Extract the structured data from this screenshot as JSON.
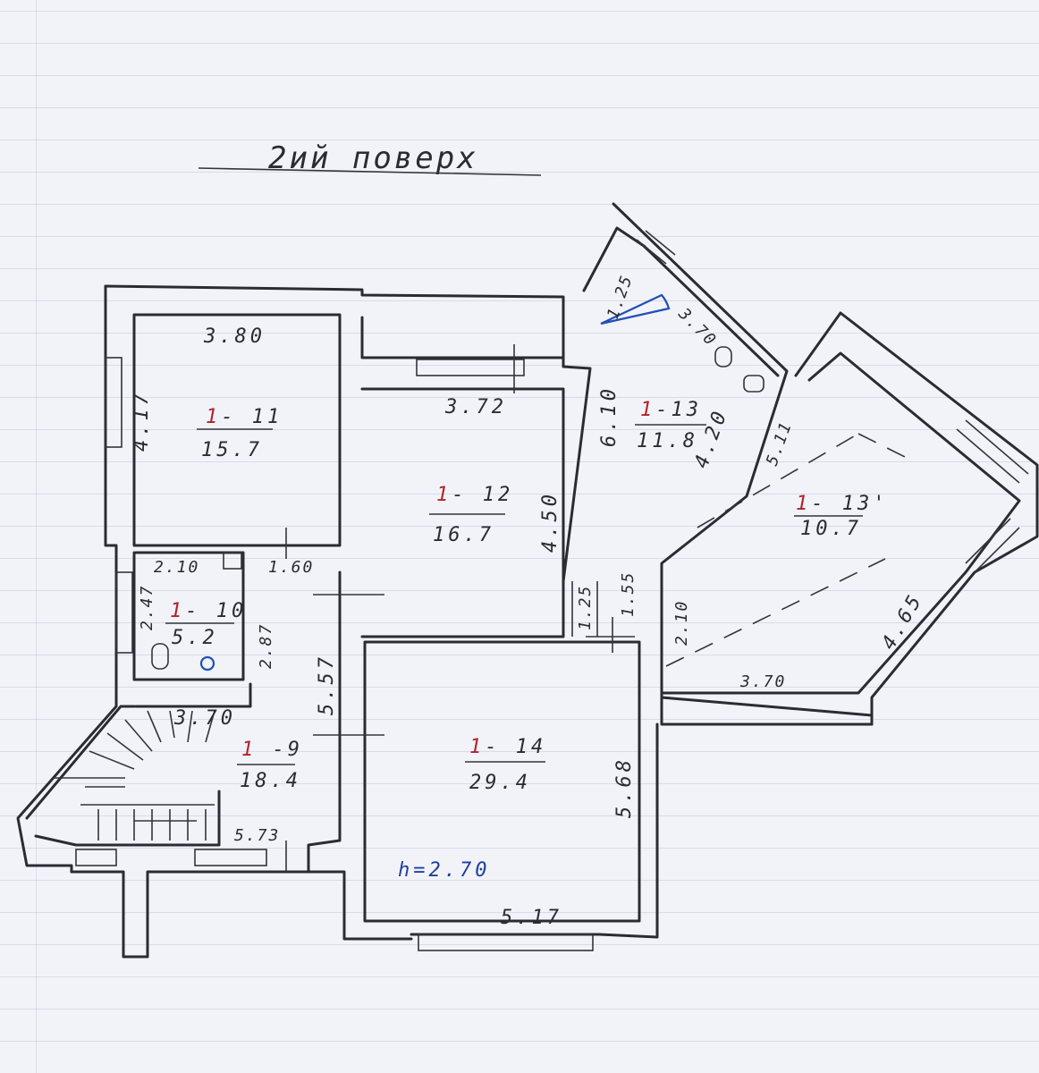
{
  "title": "2ий поверх",
  "rooms": [
    {
      "id": "1-11",
      "prefix": "1",
      "suffix": "- 11",
      "area": "15.7"
    },
    {
      "id": "1-12",
      "prefix": "1",
      "suffix": "- 12",
      "area": "16.7"
    },
    {
      "id": "1-13",
      "prefix": "1",
      "suffix": "-13",
      "area": "11.8"
    },
    {
      "id": "1-13'",
      "prefix": "1",
      "suffix": "- 13'",
      "area": "10.7"
    },
    {
      "id": "1-10",
      "prefix": "1",
      "suffix": "- 10",
      "area": "5.2"
    },
    {
      "id": "1-9",
      "prefix": "1",
      "suffix": " -9",
      "area": "18.4"
    },
    {
      "id": "1-14",
      "prefix": "1",
      "suffix": "- 14",
      "area": "29.4"
    }
  ],
  "dimensions": {
    "d380": "3.80",
    "d417": "4.17",
    "d372": "3.72",
    "d450": "4.50",
    "d610": "6.10",
    "d125a": "1.25",
    "d370a": "3.70",
    "d420": "4.20",
    "d511": "5.11",
    "d465": "4.65",
    "d370b": "3.70",
    "d210a": "2.10",
    "d210b": "2.10",
    "d160": "1.60",
    "d247": "2.47",
    "d287": "2.87",
    "d557": "5.57",
    "d125b": "1.25",
    "d155": "1.55",
    "d370c": "3.70",
    "d573": "5.73",
    "d568": "5.68",
    "d517": "5.17",
    "height": "h=2.70"
  }
}
